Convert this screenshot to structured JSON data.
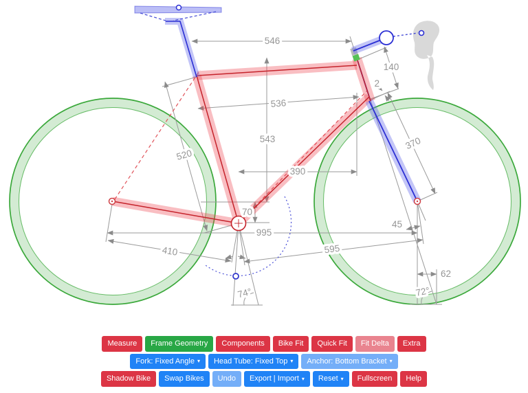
{
  "measurements": {
    "saddle_to_bar": "546",
    "head_tube_length": "140",
    "spacer_height": "2",
    "effective_top_tube": "536",
    "seat_tube_vertical": "543",
    "seat_tube_length": "520",
    "reach": "390",
    "fork_length": "370",
    "bb_drop": "70",
    "fork_offset": "45",
    "wheelbase": "995",
    "chainstay_length": "410",
    "front_center": "595",
    "trail": "62",
    "seat_tube_angle": "74°",
    "head_tube_angle": "72°"
  },
  "icons": {
    "caret_down": "▾"
  },
  "colors": {
    "red": "#dc3545",
    "green": "#28a745",
    "blue": "#2083f6",
    "light_blue": "#74aef8",
    "light_red": "#e9848f",
    "frame_red": "#c5232b",
    "component_blue": "#2b2fd4",
    "wheel_green": "#3aa83a",
    "dimension_gray": "#969696"
  },
  "toolbar": {
    "row1": [
      {
        "label": "Measure",
        "variant": "red"
      },
      {
        "label": "Frame Geometry",
        "variant": "green"
      },
      {
        "label": "Components",
        "variant": "red"
      },
      {
        "label": "Bike Fit",
        "variant": "red"
      },
      {
        "label": "Quick Fit",
        "variant": "red"
      },
      {
        "label": "Fit Delta",
        "variant": "light_red"
      },
      {
        "label": "Extra",
        "variant": "red"
      }
    ],
    "row2": [
      {
        "label": "Fork: Fixed Angle",
        "variant": "blue",
        "caret": true
      },
      {
        "label": "Head Tube: Fixed Top",
        "variant": "blue",
        "caret": true
      },
      {
        "label": "Anchor: Bottom Bracket",
        "variant": "light_blue",
        "caret": true
      }
    ],
    "row3": [
      {
        "label": "Shadow Bike",
        "variant": "red"
      },
      {
        "label": "Swap Bikes",
        "variant": "blue"
      },
      {
        "label": "Undo",
        "variant": "light_blue"
      },
      {
        "label": "Export | Import",
        "variant": "blue",
        "caret": true
      },
      {
        "label": "Reset",
        "variant": "blue",
        "caret": true
      },
      {
        "label": "Fullscreen",
        "variant": "red"
      },
      {
        "label": "Help",
        "variant": "red"
      }
    ]
  }
}
